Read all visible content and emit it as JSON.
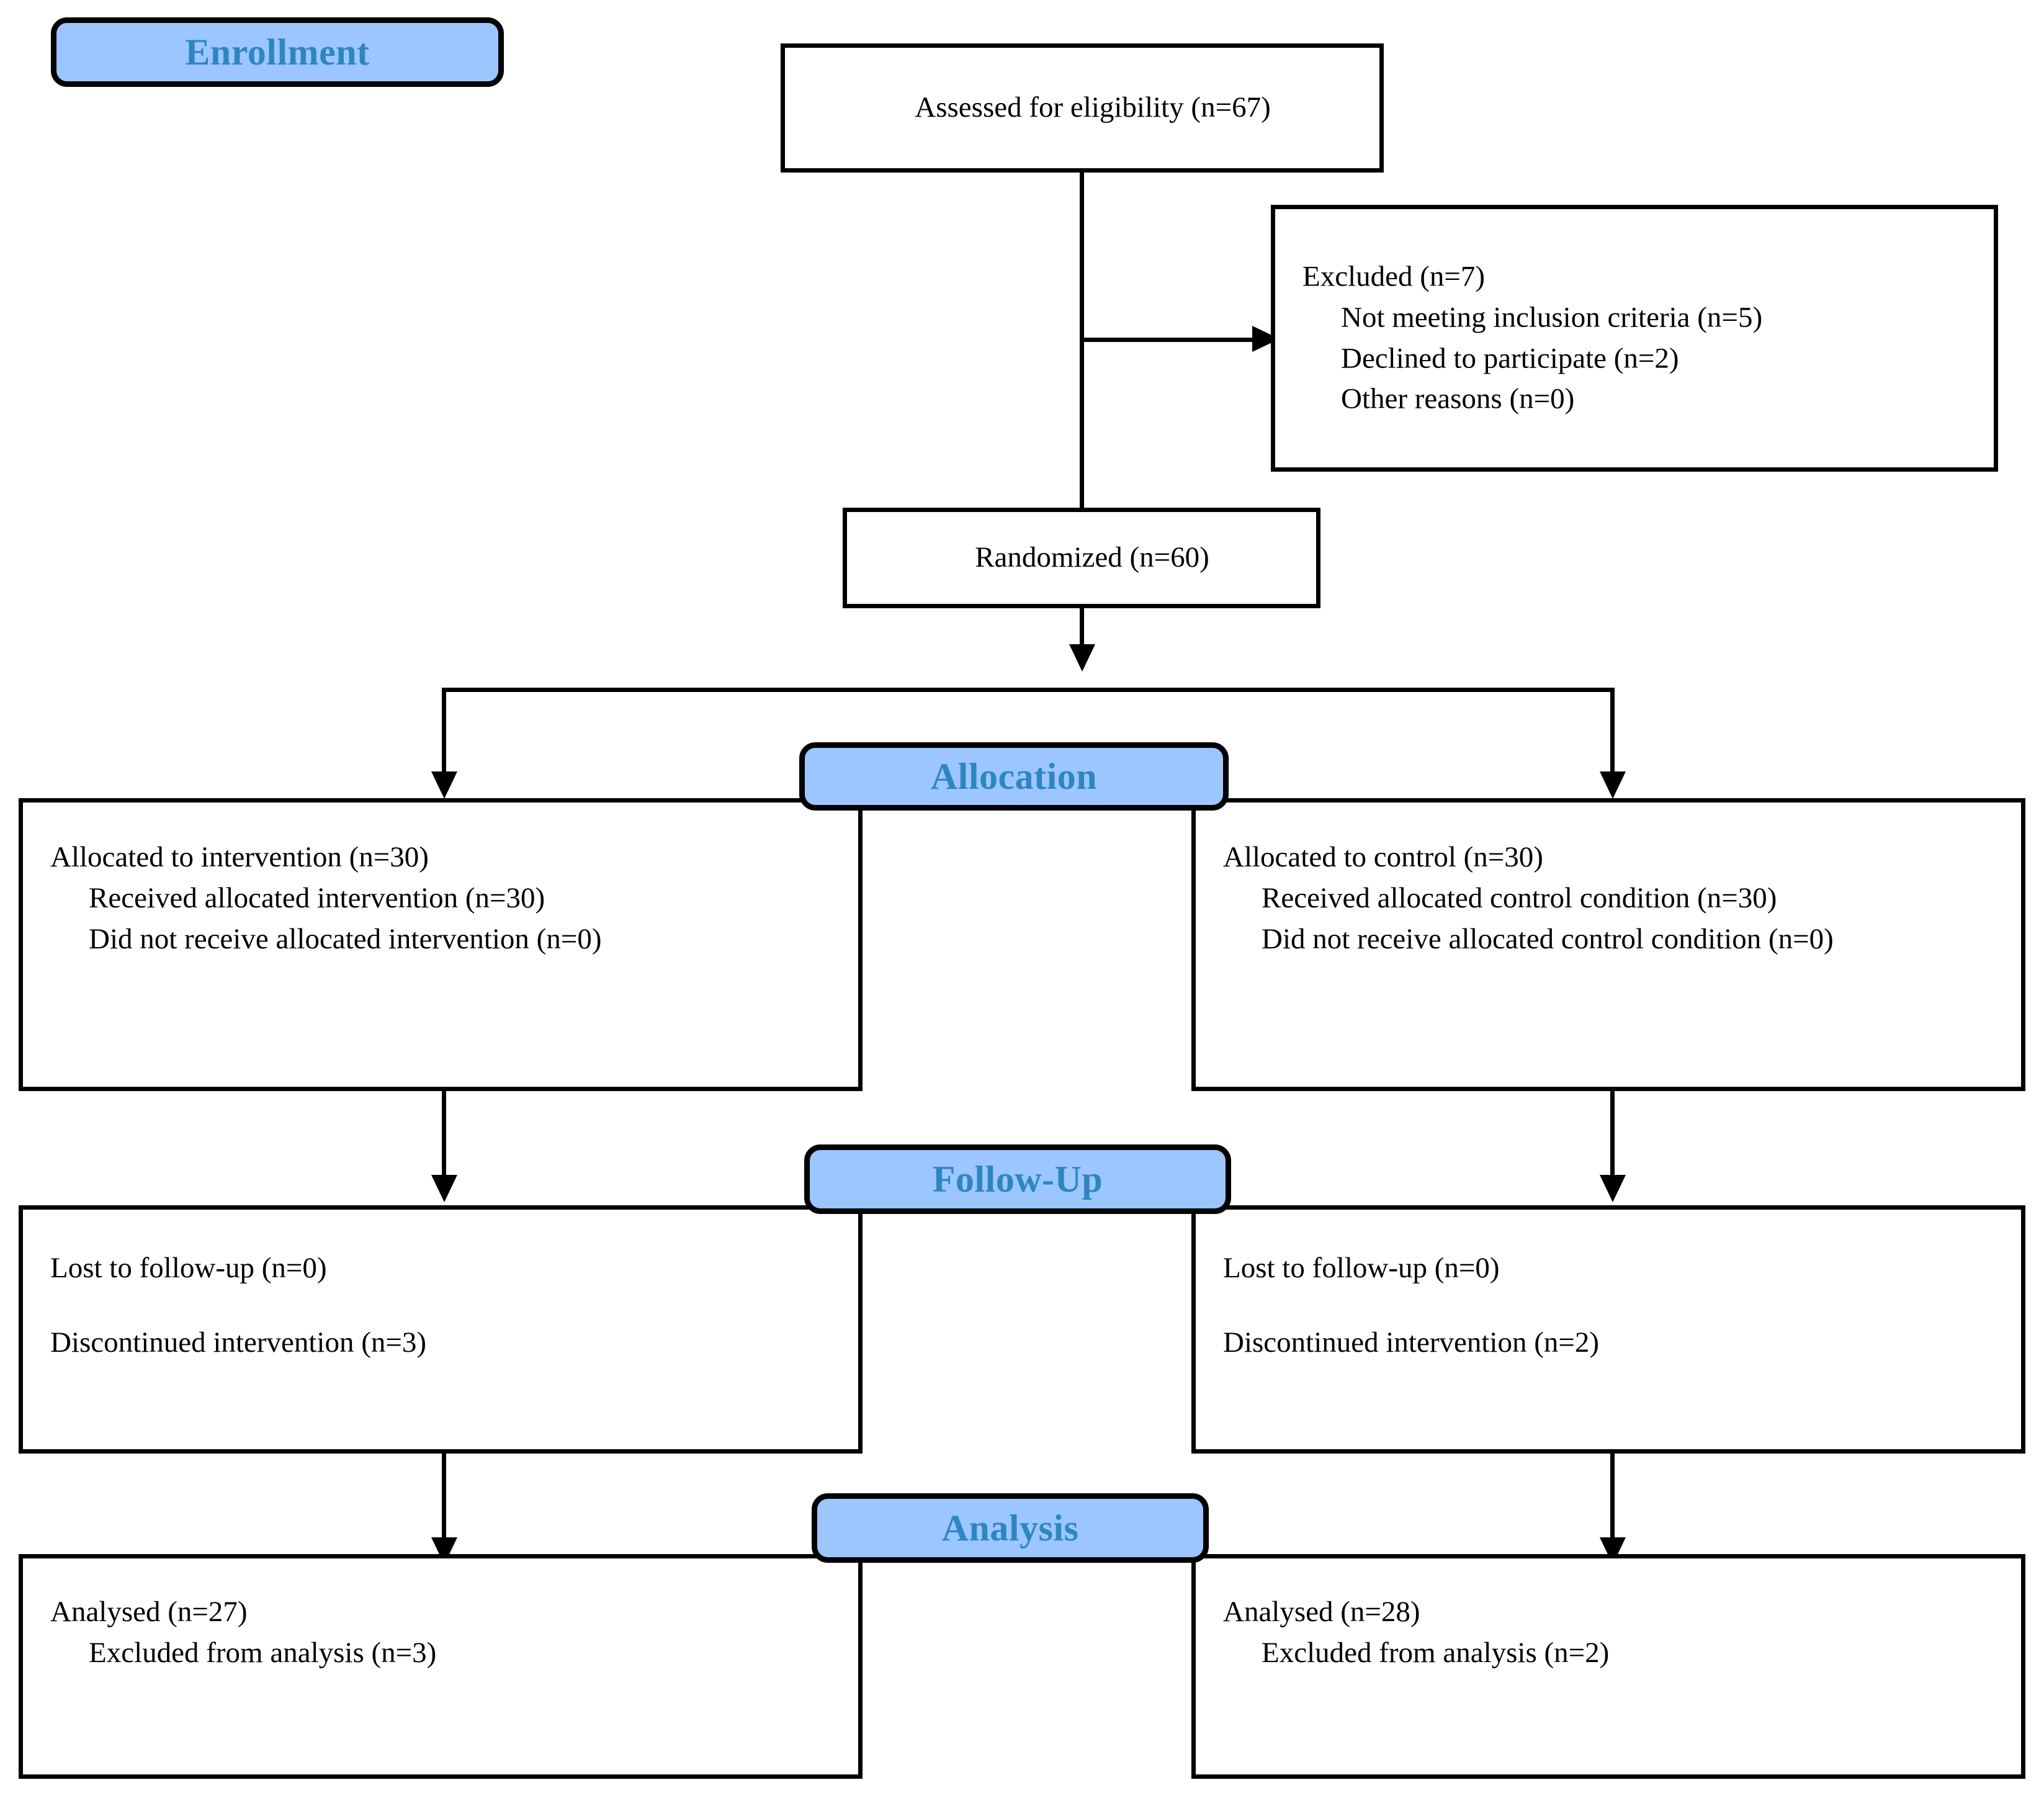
{
  "diagram": {
    "title": "CONSORT participant flow diagram",
    "accent_fill": "#9CC6FF",
    "accent_text": "#2E86C1",
    "line_color": "#000000"
  },
  "stages": {
    "enrollment": "Enrollment",
    "allocation": "Allocation",
    "followup": "Follow-Up",
    "analysis": "Analysis"
  },
  "nodes": {
    "eligibility": {
      "text": "Assessed for eligibility (n=67)"
    },
    "excluded": {
      "heading": "Excluded (n=7)",
      "items": [
        "Not meeting inclusion criteria (n=5)",
        "Declined to participate (n=2)",
        "Other reasons (n=0)"
      ]
    },
    "randomized": {
      "text": "Randomized (n=60)"
    },
    "allocation_left": {
      "heading": "Allocated to intervention (n=30)",
      "items": [
        "Received allocated intervention (n=30)",
        "Did not receive allocated intervention (n=0)"
      ]
    },
    "allocation_right": {
      "heading": "Allocated to control (n=30)",
      "items": [
        "Received allocated control condition (n=30)",
        "Did not receive allocated control condition (n=0)"
      ]
    },
    "followup_left": {
      "line1": "Lost to follow-up (n=0)",
      "line2": "Discontinued intervention (n=3)"
    },
    "followup_right": {
      "line1": "Lost to follow-up (n=0)",
      "line2": "Discontinued intervention (n=2)"
    },
    "analysis_left": {
      "heading": "Analysed (n=27)",
      "items": [
        "Excluded from analysis (n=3)"
      ]
    },
    "analysis_right": {
      "heading": "Analysed (n=28)",
      "items": [
        "Excluded from analysis (n=2)"
      ]
    }
  }
}
